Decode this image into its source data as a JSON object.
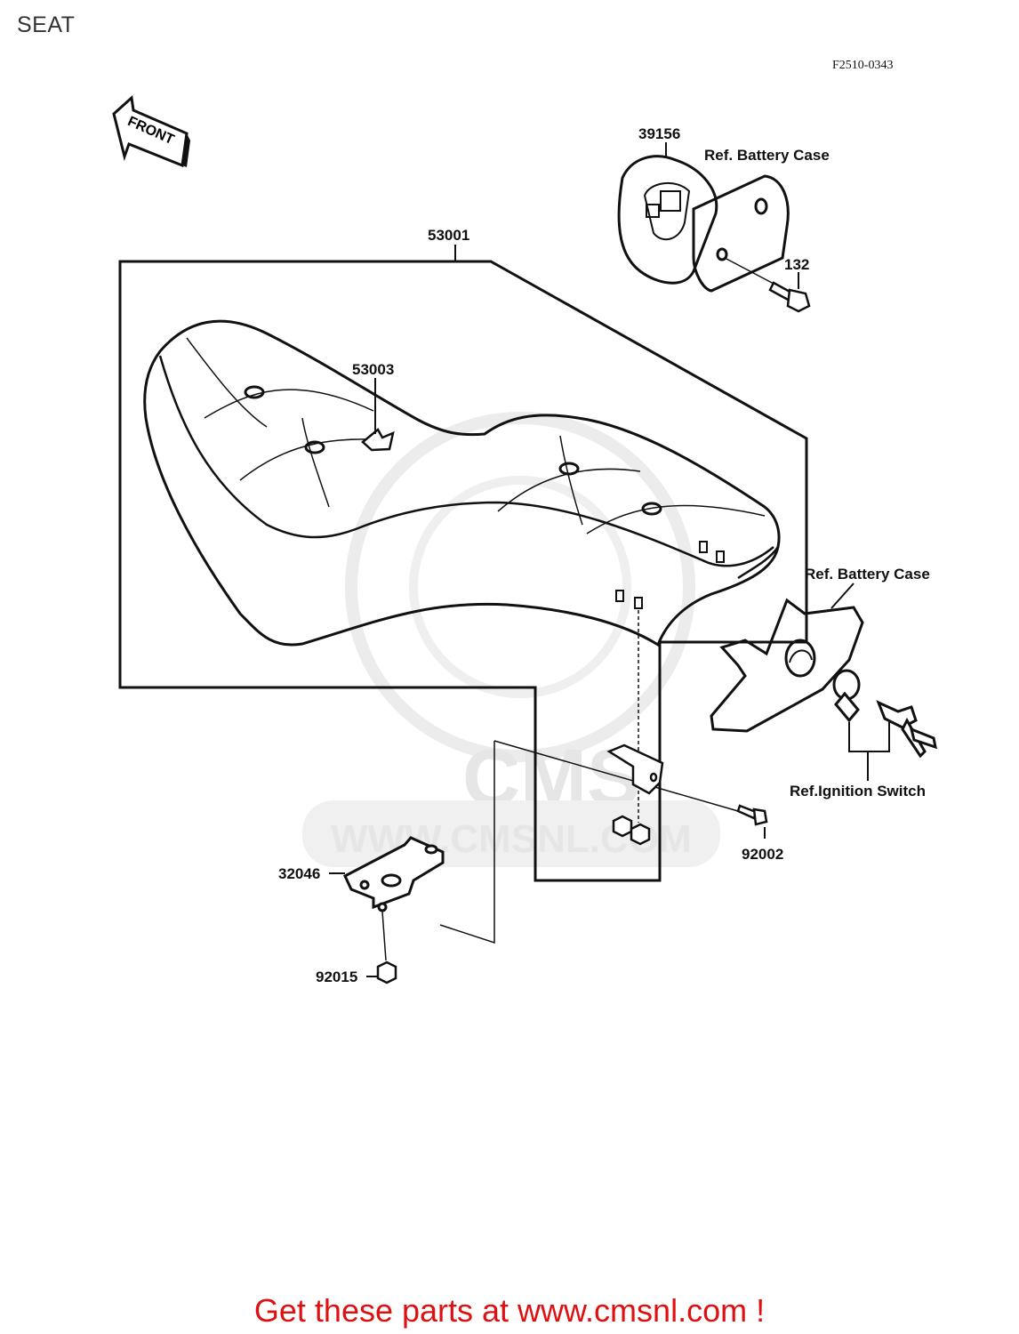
{
  "page": {
    "title": "SEAT",
    "diagram_code": "F2510-0343",
    "footer": "Get these parts at www.cmsnl.com !"
  },
  "front_arrow": {
    "label": "FRONT"
  },
  "watermark": {
    "brand": "CMS",
    "url": "WWW.CMSNL.COM"
  },
  "parts": {
    "p53001": "53001",
    "p53003": "53003",
    "p39156": "39156",
    "p132": "132",
    "p32046": "32046",
    "p92015": "92015",
    "p92002": "92002"
  },
  "references": {
    "battery_case_top": "Ref. Battery Case",
    "battery_case_right": "Ref. Battery Case",
    "ignition_switch": "Ref.Ignition Switch"
  },
  "colors": {
    "footer": "#dd1111",
    "lines": "#111111",
    "watermark": "#e6e6e6"
  }
}
